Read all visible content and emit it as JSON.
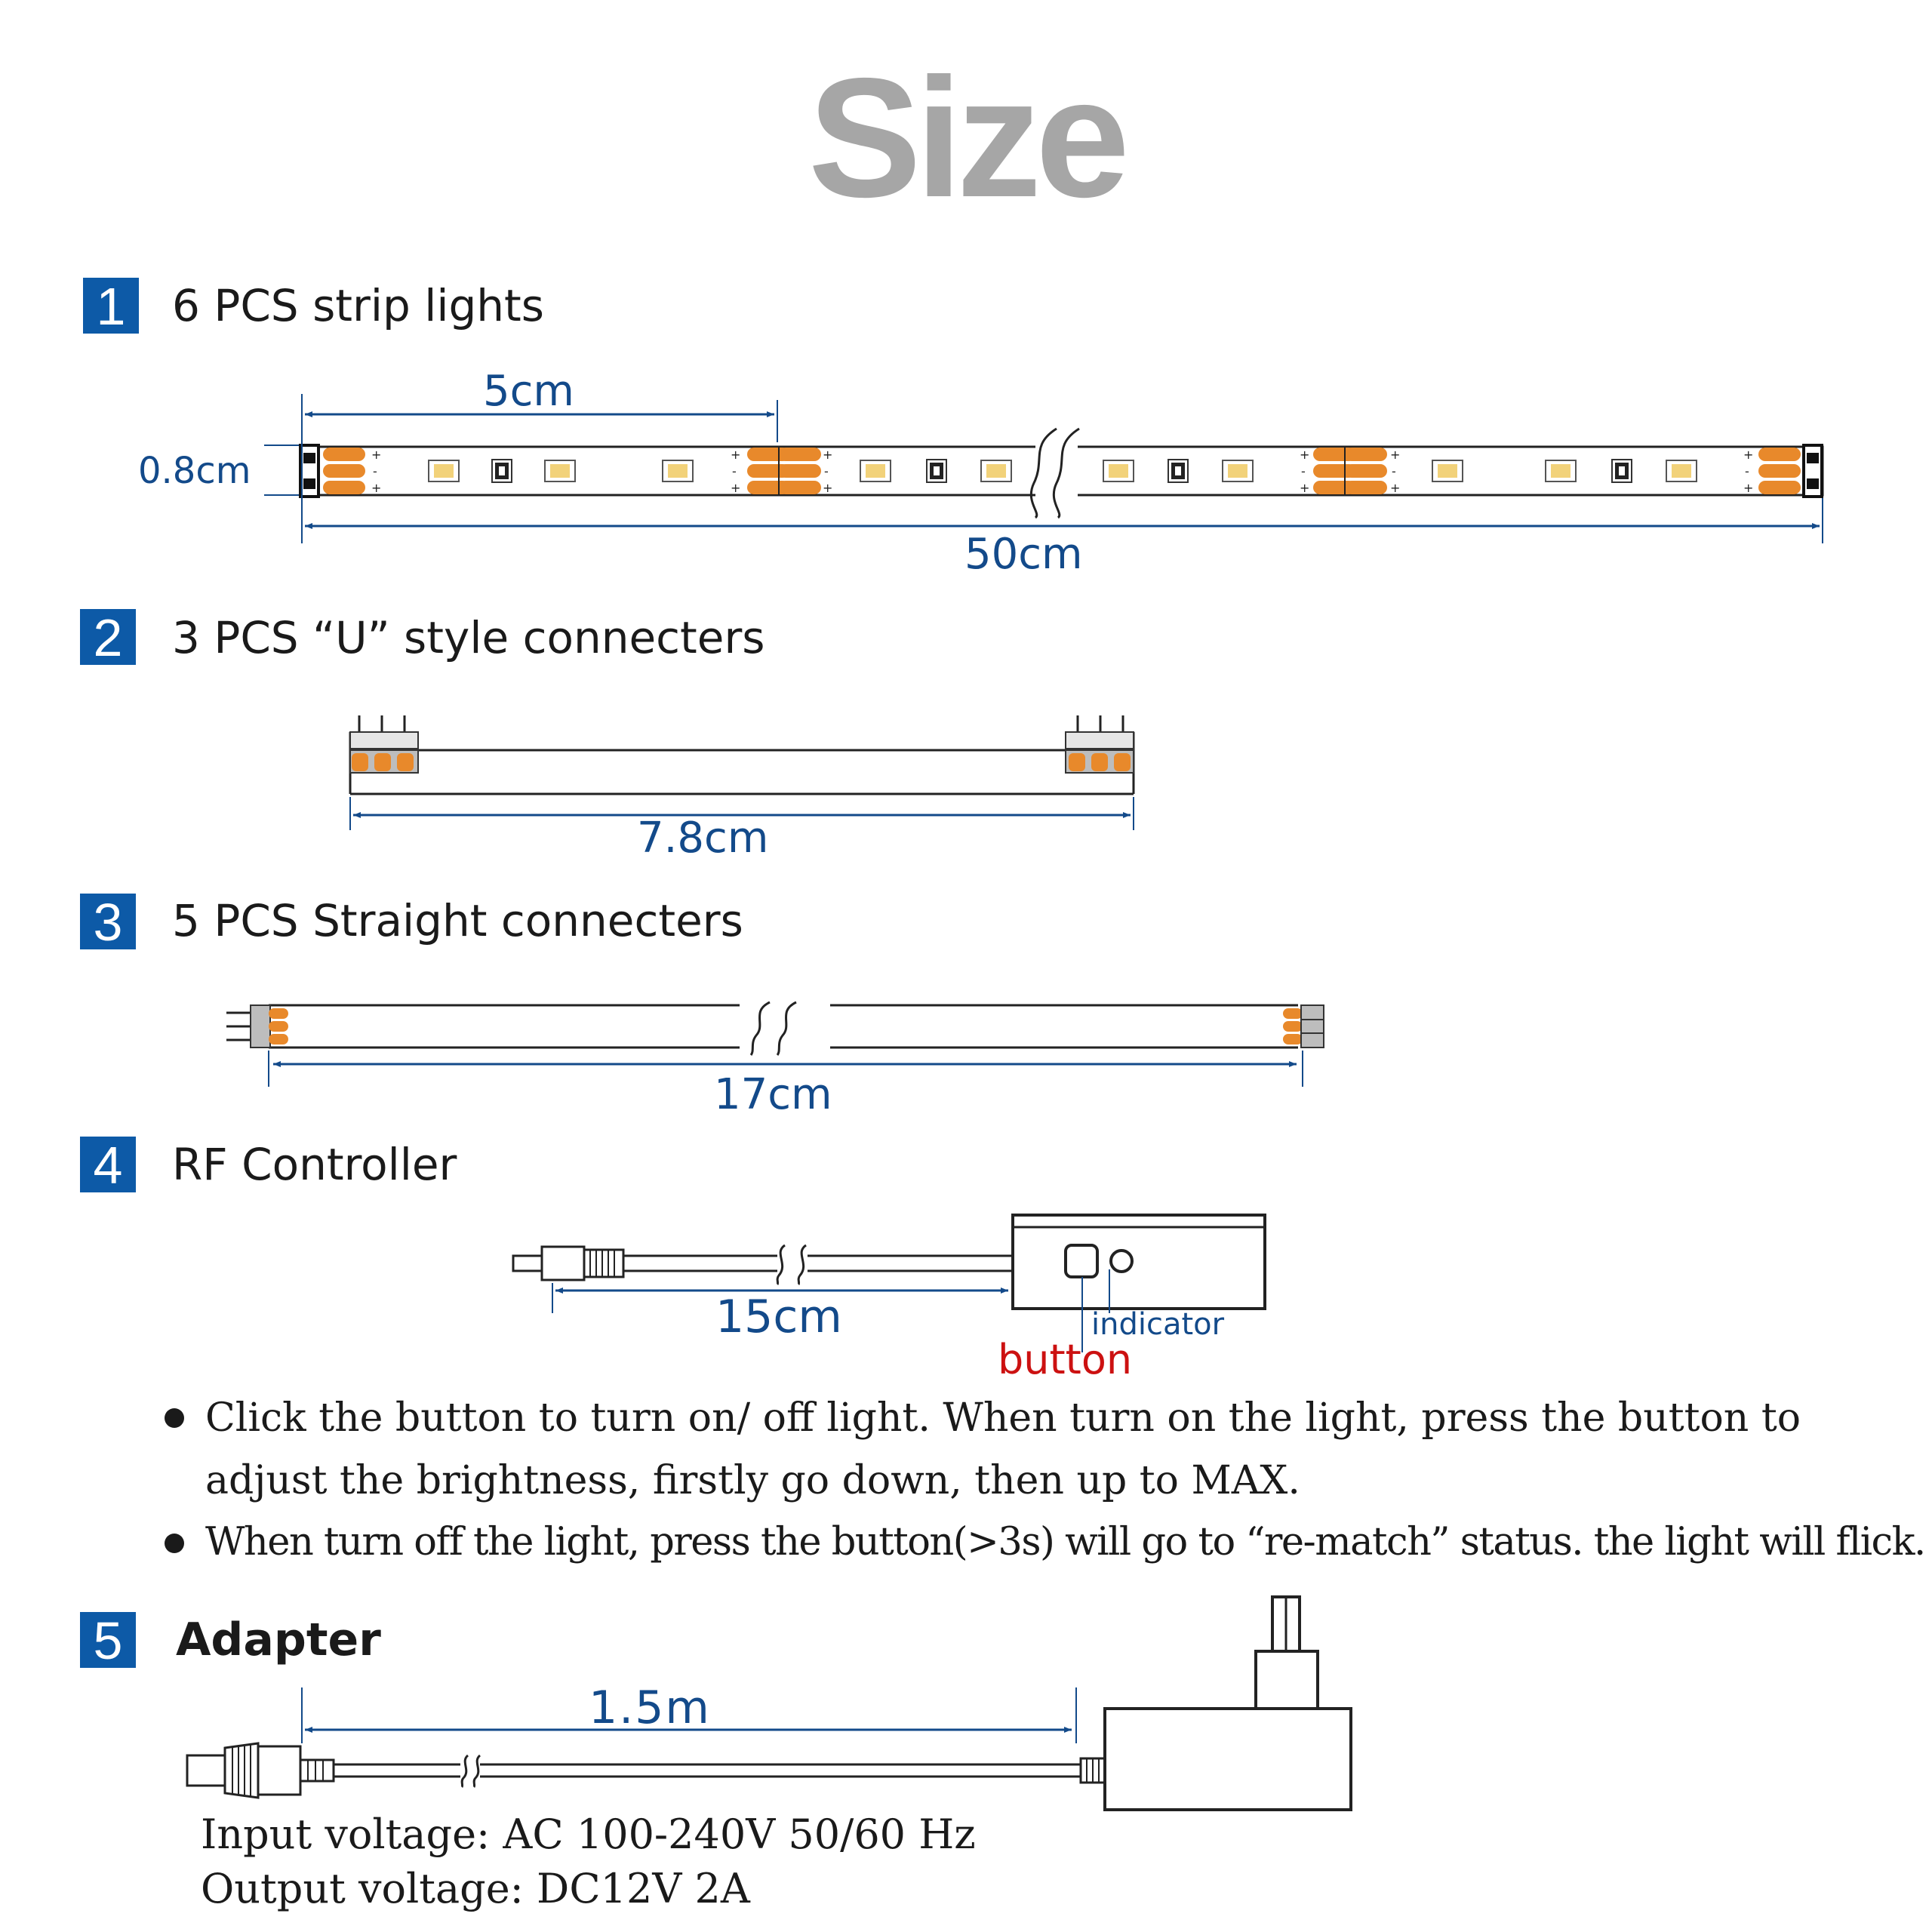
{
  "title": "Size",
  "colors": {
    "accent": "#0d5aa7",
    "dimension": "#134a8a",
    "button": "#cc1111",
    "led_pad": "#e8892b",
    "led": "#f2d27a"
  },
  "sections": [
    {
      "number": "1",
      "label": "6 PCS strip lights"
    },
    {
      "number": "2",
      "label": "3 PCS “U” style connecters"
    },
    {
      "number": "3",
      "label": "5 PCS Straight connecters"
    },
    {
      "number": "4",
      "label": "RF Controller"
    },
    {
      "number": "5",
      "label": "Adapter"
    }
  ],
  "strip": {
    "segment_length": "5cm",
    "width": "0.8cm",
    "total_length": "50cm"
  },
  "u_connector": {
    "length": "7.8cm"
  },
  "straight_connector": {
    "length": "17cm"
  },
  "controller": {
    "cable_length": "15cm",
    "indicator_label": "indicator",
    "button_label": "button"
  },
  "instructions": [
    {
      "line1": "Click the button to turn on/ off light.  When turn on the light, press the button to",
      "line2": "adjust the brightness, firstly go down, then up to  MAX."
    },
    {
      "line1": "When turn off the light, press the button(>3s) will go to “re-match” status. the light will flick.",
      "line2": ""
    }
  ],
  "adapter": {
    "cable_length": "1.5m",
    "input": "Input voltage: AC 100-240V   50/60 Hz",
    "output": "Output voltage: DC12V 2A"
  }
}
